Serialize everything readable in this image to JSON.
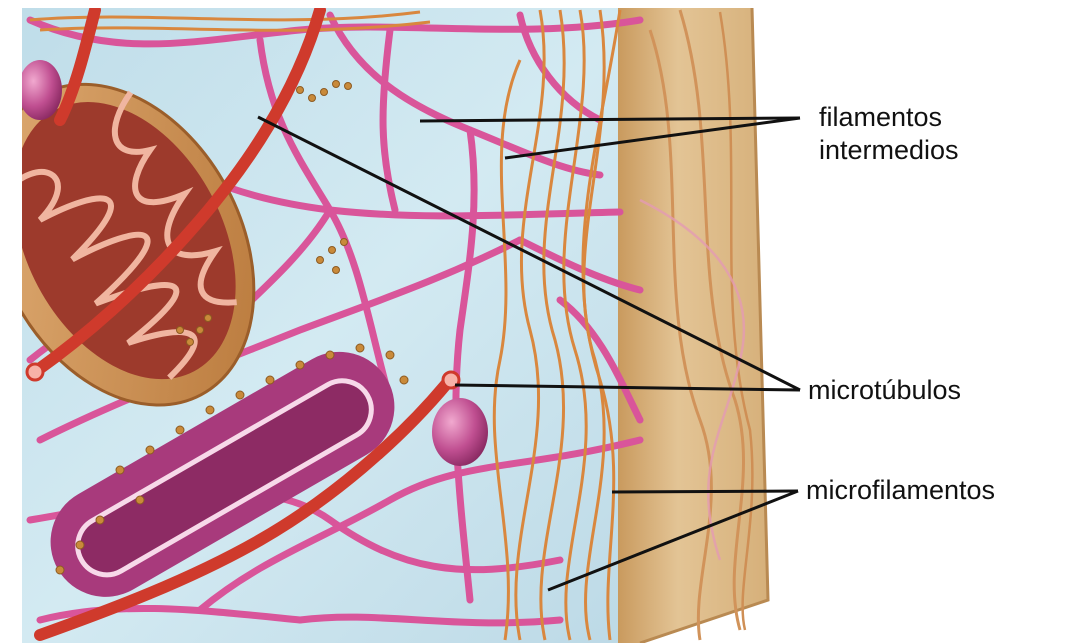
{
  "labels": {
    "intermediate_filaments_line1": "filamentos",
    "intermediate_filaments_line2": "intermedios",
    "microtubules": "microtúbulos",
    "microfilaments": "microfilamentos"
  },
  "colors": {
    "cytoplasm": "#cde6ef",
    "membrane": "#d8b483",
    "intermediate_filament": "#d9559a",
    "microtubule": "#cf3a2c",
    "microfilament": "#d9873e",
    "mitochondrion": "#c98a52",
    "endoplasmic_reticulum": "#a83a7c",
    "ribosome": "#c98a3a",
    "vesicle": "#b84688",
    "leader_line": "#111111"
  }
}
